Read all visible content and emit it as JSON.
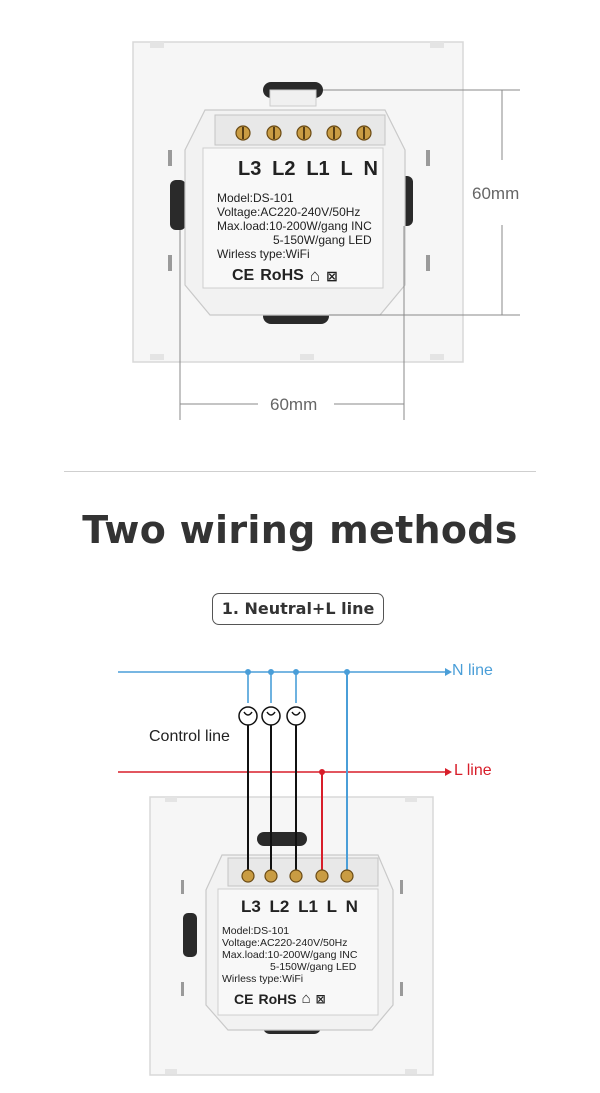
{
  "dimensions": {
    "height_label": "60mm",
    "width_label": "60mm"
  },
  "module_labels": {
    "terminals": [
      "L3",
      "L2",
      "L1",
      "L",
      "N"
    ],
    "model": "Model:DS-101",
    "voltage": "Voltage:AC220-240V/50Hz",
    "max_load_inc": "Max.load:10-200W/gang  INC",
    "max_load_led": "5-150W/gang  LED",
    "wireless": "Wirless type:WiFi",
    "rohs": "RoHS"
  },
  "section": {
    "title": "Two wiring methods",
    "method_label": "1. Neutral+L line"
  },
  "wiring": {
    "n_line_label": "N line",
    "l_line_label": "L line",
    "control_line_label": "Control line",
    "n_line_color": "#4a9ed8",
    "l_line_color": "#d81e2a",
    "control_wire_color": "#111111"
  }
}
